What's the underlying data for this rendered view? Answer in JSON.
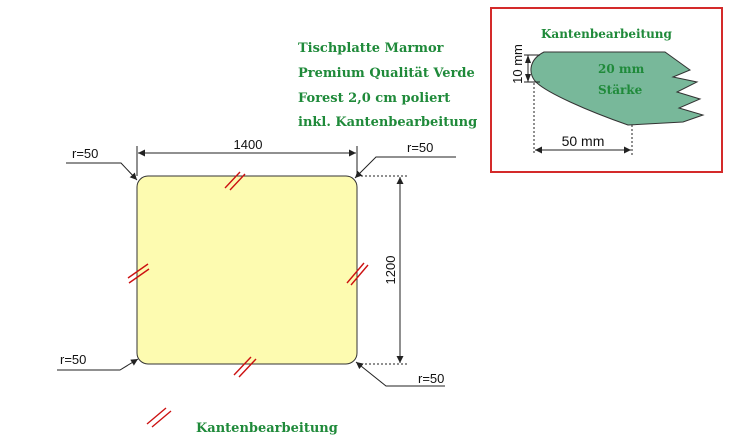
{
  "title_lines": [
    "Tischplatte Marmor",
    "Premium Qualität Verde",
    "Forest 2,0 cm poliert",
    "inkl. Kantenbearbeitung"
  ],
  "dimensions": {
    "width_label": "1400",
    "height_label": "1200",
    "radius_top_left": "r=50",
    "radius_top_right": "r=50",
    "radius_bottom_left": "r=50",
    "radius_bottom_right": "r=50"
  },
  "legend": {
    "label": "Kantenbearbeitung"
  },
  "detail": {
    "title": "Kantenbearbeitung",
    "thickness_line1": "20 mm",
    "thickness_line2": "Stärke",
    "vertical_dim": "10 mm",
    "horizontal_dim": "50 mm"
  },
  "colors": {
    "plate_fill": "#fdfbb0",
    "edge_fill": "#78b89a",
    "detail_border": "#d42a2a",
    "text_green": "#1f8a3a",
    "edge_mark": "#cc1111"
  }
}
